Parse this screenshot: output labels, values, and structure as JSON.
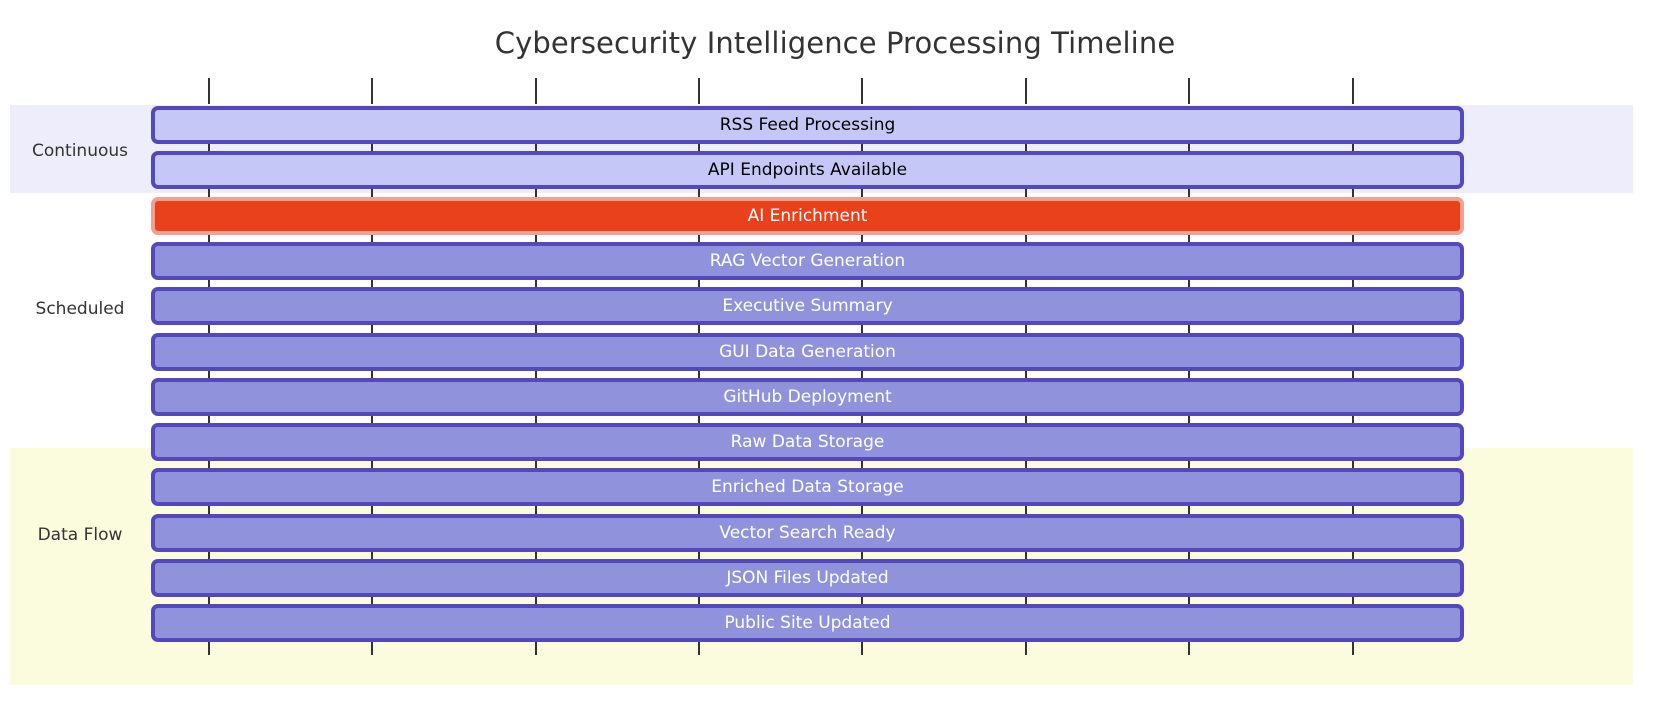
{
  "chart_data": {
    "type": "bar",
    "subtype": "gantt-timeline",
    "title": "Cybersecurity Intelligence Processing Timeline",
    "xlabel": "",
    "ylabel": "",
    "grid": false,
    "legend_position": "none",
    "axis": {
      "tick_count": 8,
      "tick_labels": [
        "",
        "",
        "",
        "",
        "",
        "",
        "",
        ""
      ],
      "tick_x_positions": [
        208,
        371,
        535,
        698,
        861,
        1025,
        1188,
        1352
      ]
    },
    "sections": [
      {
        "name": "Continuous",
        "band_color": "#eeedfb",
        "tasks": [
          {
            "label": "RSS Feed Processing",
            "style": "light",
            "start": 0,
            "end": 100
          },
          {
            "label": "API Endpoints Available",
            "style": "light",
            "start": 0,
            "end": 100
          }
        ]
      },
      {
        "name": "Scheduled",
        "band_color": "#ffffff",
        "tasks": [
          {
            "label": "AI Enrichment",
            "style": "crit",
            "start": 0,
            "end": 100
          },
          {
            "label": "RAG Vector Generation",
            "style": "normal",
            "start": 0,
            "end": 100
          },
          {
            "label": "Executive Summary",
            "style": "normal",
            "start": 0,
            "end": 100
          },
          {
            "label": "GUI Data Generation",
            "style": "normal",
            "start": 0,
            "end": 100
          },
          {
            "label": "GitHub Deployment",
            "style": "normal",
            "start": 0,
            "end": 100
          }
        ]
      },
      {
        "name": "Data Flow",
        "band_color": "#fbfbdd",
        "tasks": [
          {
            "label": "Raw Data Storage",
            "style": "normal",
            "start": 0,
            "end": 100
          },
          {
            "label": "Enriched Data Storage",
            "style": "normal",
            "start": 0,
            "end": 100
          },
          {
            "label": "Vector Search Ready",
            "style": "normal",
            "start": 0,
            "end": 100
          },
          {
            "label": "JSON Files Updated",
            "style": "normal",
            "start": 0,
            "end": 100
          },
          {
            "label": "Public Site Updated",
            "style": "normal",
            "start": 0,
            "end": 100
          }
        ]
      }
    ],
    "colors": {
      "task_fill": "#9093dc",
      "task_border": "#5448bf",
      "active_fill": "#c5c8f7",
      "active_border": "#5448bf",
      "crit_fill": "#e8411c",
      "crit_border": "#f2a093",
      "title_color": "#333333",
      "text_on_light": "#000000",
      "text_on_dark": "#ffffff"
    }
  },
  "sections": {
    "continuous": {
      "label": "Continuous"
    },
    "scheduled": {
      "label": "Scheduled"
    },
    "dataflow": {
      "label": "Data Flow"
    }
  },
  "bars": {
    "b0": "RSS Feed Processing",
    "b1": "API Endpoints Available",
    "b2": "AI Enrichment",
    "b3": "RAG Vector Generation",
    "b4": "Executive Summary",
    "b5": "GUI Data Generation",
    "b6": "GitHub Deployment",
    "b7": "Raw Data Storage",
    "b8": "Enriched Data Storage",
    "b9": "Vector Search Ready",
    "b10": "JSON Files Updated",
    "b11": "Public Site Updated"
  },
  "title": "Cybersecurity Intelligence Processing Timeline"
}
